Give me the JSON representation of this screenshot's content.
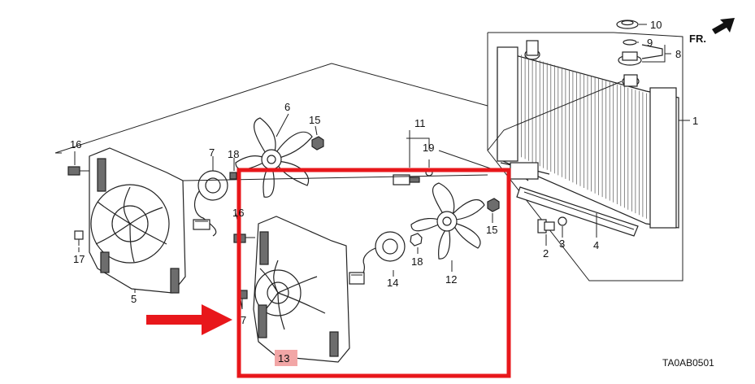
{
  "diagram": {
    "callouts": {
      "c1": "1",
      "c2": "2",
      "c3": "3",
      "c4": "4",
      "c5": "5",
      "c6": "6",
      "c7a": "7",
      "c7b": "7",
      "c8": "8",
      "c9": "9",
      "c10": "10",
      "c11": "11",
      "c12": "12",
      "c13": "13",
      "c14": "14",
      "c15a": "15",
      "c15b": "15",
      "c16a": "16",
      "c16b": "16",
      "c17": "17",
      "c18a": "18",
      "c18b": "18",
      "c19": "19"
    },
    "front_label": "FR.",
    "diagram_code": "TA0AB0501",
    "highlight_color": "#e8171b",
    "callout_13_bg": "#f2a6a6"
  }
}
